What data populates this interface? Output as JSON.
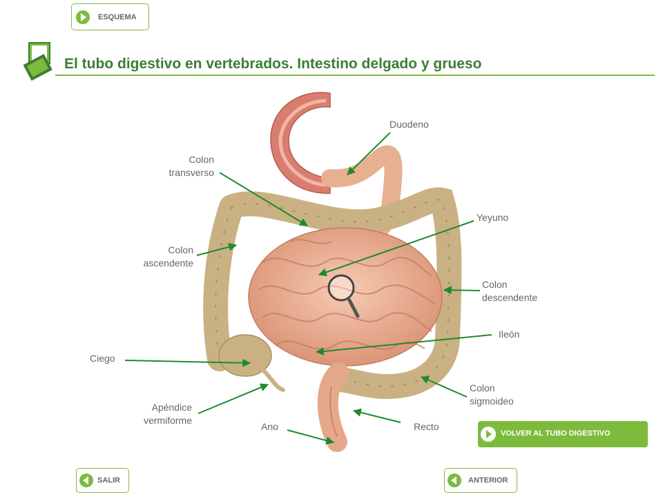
{
  "header": {
    "esquema_label": "ESQUEMA",
    "title": "El tubo digestivo en vertebrados. Intestino delgado y grueso"
  },
  "labels": {
    "duodeno": "Duodeno",
    "colon_transverso": "Colon\ntransverso",
    "yeyuno": "Yeyuno",
    "colon_ascendente": "Colon\nascendente",
    "colon_descendente": "Colon\ndescendente",
    "ileon": "Ileón",
    "ciego": "Ciego",
    "colon_sigmoideo": "Colon\nsigmoideo",
    "apendice": "Apéndice\nvermiforme",
    "ano": "Ano",
    "recto": "Recto"
  },
  "buttons": {
    "volver_label": "VOLVER AL TUBO DIGESTIVO",
    "salir_label": "SALIR",
    "anterior_label": "ANTERIOR"
  },
  "colors": {
    "accent_green": "#7dbb3c",
    "title_green": "#3c7d35",
    "arrow_green": "#1e8a2e",
    "colon_fill": "#c9b183",
    "intestine_fill": "#eab195"
  },
  "icons": {
    "esquema": "play-arrow-icon",
    "volver": "play-arrow-icon",
    "salir": "back-arrow-icon",
    "anterior": "back-arrow-icon",
    "title": "stacked-squares-icon",
    "magnifier": "magnifier-icon"
  }
}
